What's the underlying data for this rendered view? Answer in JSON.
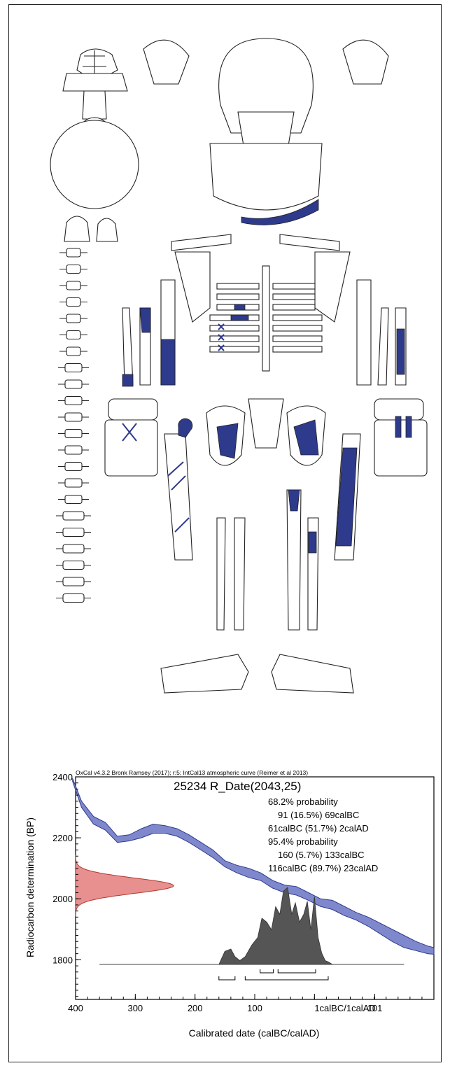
{
  "chart_data": {
    "type": "area",
    "credit": "OxCal v4.3.2 Bronk Ramsey (2017); r:5; IntCal13 atmospheric curve (Reimer et al 2013)",
    "title": "25234 R_Date(2043,25)",
    "probabilities": [
      "68.2% probability",
      "91 (16.5%) 69calBC",
      "61calBC (51.7%) 2calAD",
      "95.4% probability",
      "160 (5.7%) 133calBC",
      "116calBC (89.7%) 23calAD"
    ],
    "xlabel": "Calibrated date (calBC/calAD)",
    "ylabel": "Radiocarbon determination (BP)",
    "x_ticks": [
      "400",
      "300",
      "200",
      "100",
      "1calBC/1calAD",
      "101"
    ],
    "y_ticks": [
      "2400",
      "2200",
      "2000",
      "1800"
    ],
    "xlim": [
      -400,
      200
    ],
    "ylim": [
      1670,
      2400
    ],
    "calibration_curve": {
      "x": [
        -405,
        -390,
        -370,
        -350,
        -330,
        -310,
        -290,
        -270,
        -250,
        -230,
        -210,
        -190,
        -170,
        -150,
        -130,
        -110,
        -90,
        -70,
        -50,
        -30,
        -10,
        10,
        30,
        50,
        70,
        90,
        110,
        130,
        150,
        170,
        190,
        200
      ],
      "bp_upper": [
        2395,
        2320,
        2270,
        2250,
        2205,
        2210,
        2230,
        2245,
        2240,
        2230,
        2210,
        2185,
        2160,
        2125,
        2110,
        2100,
        2085,
        2060,
        2045,
        2040,
        2020,
        2000,
        1995,
        1975,
        1955,
        1940,
        1920,
        1900,
        1880,
        1860,
        1845,
        1840
      ],
      "bp_lower": [
        2385,
        2300,
        2245,
        2225,
        2185,
        2190,
        2200,
        2215,
        2215,
        2205,
        2185,
        2160,
        2135,
        2105,
        2085,
        2070,
        2060,
        2035,
        2020,
        2012,
        1995,
        1975,
        1965,
        1945,
        1930,
        1910,
        1885,
        1860,
        1840,
        1830,
        1820,
        1818
      ]
    },
    "measurement": {
      "bp_mean": 2043,
      "bp_error": 25
    },
    "posterior": {
      "x": [
        -160,
        -150,
        -140,
        -133,
        -125,
        -116,
        -105,
        -95,
        -88,
        -80,
        -72,
        -65,
        -58,
        -52,
        -45,
        -38,
        -32,
        -25,
        -18,
        -12,
        -6,
        0,
        6,
        12,
        18,
        24,
        30
      ],
      "p": [
        0,
        0.17,
        0.2,
        0.1,
        0.05,
        0.1,
        0.25,
        0.35,
        0.6,
        0.55,
        0.45,
        0.75,
        0.65,
        0.95,
        1.0,
        0.65,
        0.8,
        0.55,
        0.65,
        0.82,
        0.45,
        0.88,
        0.35,
        0.15,
        0.05,
        0.03,
        0
      ]
    },
    "ranges_68": [
      [
        -91,
        -69
      ],
      [
        -61,
        2
      ]
    ],
    "ranges_95": [
      [
        -160,
        -133
      ],
      [
        -116,
        23
      ]
    ]
  }
}
